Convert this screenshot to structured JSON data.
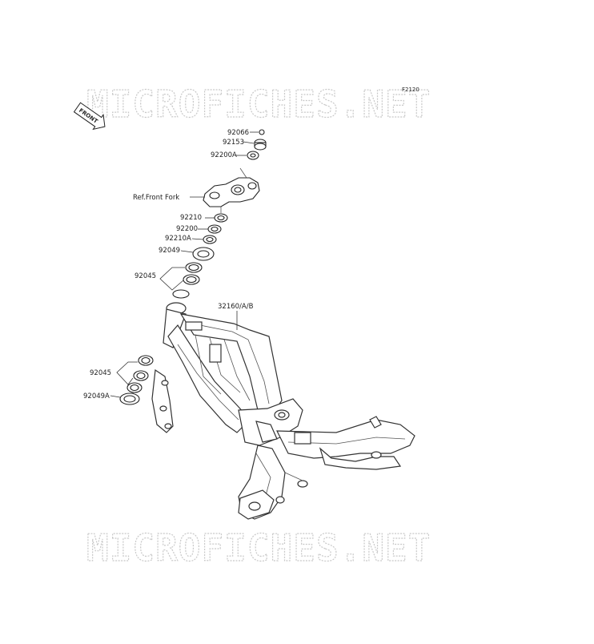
{
  "watermark": {
    "text": "MICROFICHES.NET"
  },
  "figure_code": "F2120",
  "front_arrow": {
    "label": "FRONT"
  },
  "labels": {
    "p92066": "92066",
    "p92153": "92153",
    "p92200A": "92200A",
    "ref_front_fork": "Ref.Front Fork",
    "p92210": "92210",
    "p92200": "92200",
    "p92210A": "92210A",
    "p92049": "92049",
    "p92045_top": "92045",
    "p32160": "32160/A/B",
    "p92045_bottom": "92045",
    "p92049A": "92049A"
  },
  "colors": {
    "line": "#333333",
    "watermark": "#c9c9c9",
    "background": "#ffffff"
  }
}
